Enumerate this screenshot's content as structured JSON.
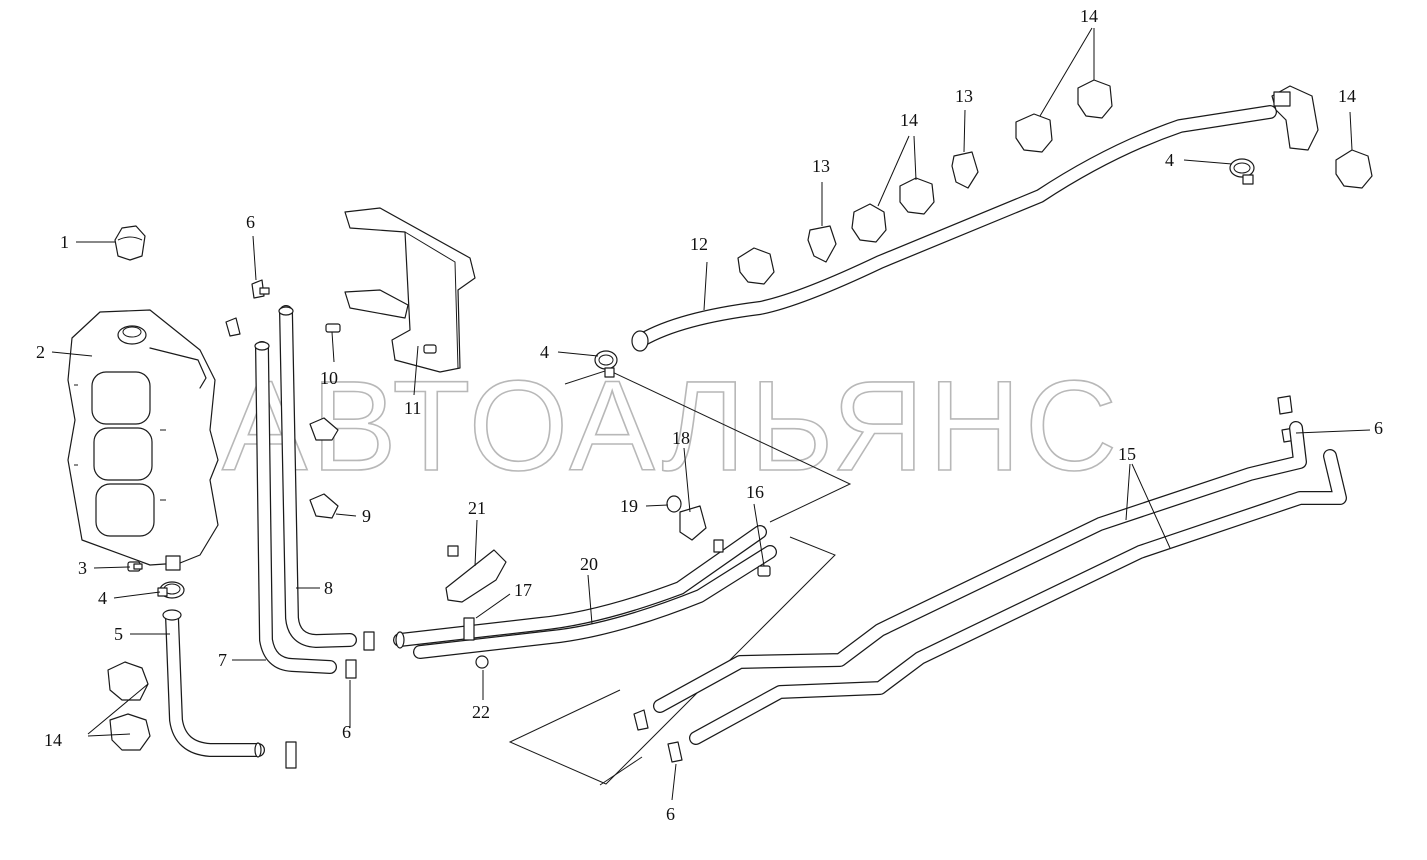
{
  "diagram": {
    "watermark": "АВТОАЛЬЯНС",
    "callouts": {
      "c1": "1",
      "c2": "2",
      "c3": "3",
      "c4a": "4",
      "c4b": "4",
      "c4c": "4",
      "c5": "5",
      "c6a": "6",
      "c6b": "6",
      "c6c": "6",
      "c6d": "6",
      "c7": "7",
      "c8": "8",
      "c9": "9",
      "c10": "10",
      "c11": "11",
      "c12": "12",
      "c13a": "13",
      "c13b": "13",
      "c14a": "14",
      "c14b": "14",
      "c14c": "14",
      "c14d": "14",
      "c15": "15",
      "c16": "16",
      "c17": "17",
      "c18": "18",
      "c19": "19",
      "c20": "20",
      "c21": "21",
      "c22": "22"
    }
  }
}
